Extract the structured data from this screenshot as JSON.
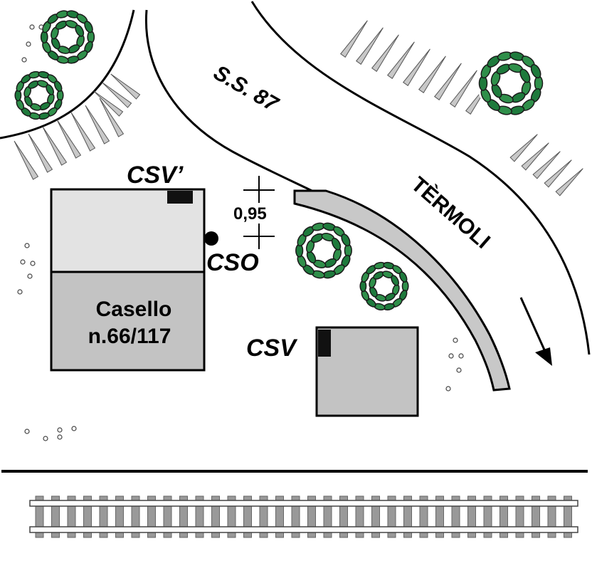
{
  "road": {
    "name": "S.S. 87",
    "destination": "TÈRMOLI"
  },
  "buildings": {
    "casello_label_line1": "Casello",
    "casello_label_line2": "n.66/117",
    "csv_prime_label": "CSV’",
    "csv_label": "CSV"
  },
  "markers": {
    "cso_label": "CSO",
    "distance_label": "0,95"
  },
  "colors": {
    "building_light": "#e3e3e3",
    "building_mid": "#c3c3c3",
    "tree_green": "#1e7a3c",
    "tree_dark": "#1a1a1a",
    "hatch_gray": "#bdbdbd",
    "rail_gray": "#999999"
  }
}
